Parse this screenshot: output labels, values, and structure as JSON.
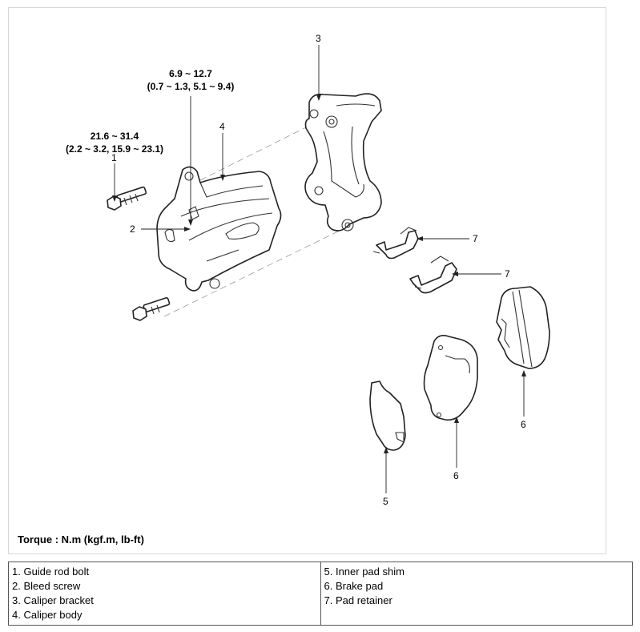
{
  "callouts": {
    "c1": "1",
    "c2": "2",
    "c3": "3",
    "c4": "4",
    "c5": "5",
    "c6a": "6",
    "c6b": "6",
    "c7a": "7",
    "c7b": "7"
  },
  "torque_specs": {
    "bleed_screw_line1": "6.9 ~ 12.7",
    "bleed_screw_line2": "(0.7 ~ 1.3, 5.1 ~ 9.4)",
    "guide_rod_bolt_line1": "21.6 ~ 31.4",
    "guide_rod_bolt_line2": "(2.2 ~ 3.2, 15.9 ~ 23.1)"
  },
  "torque_caption": "Torque : N.m (kgf.m, lb-ft)",
  "legend": {
    "left": [
      "1. Guide rod bolt",
      "2. Bleed screw",
      "3. Caliper bracket",
      "4. Caliper body"
    ],
    "right": [
      "5. Inner pad shim",
      "6. Brake pad",
      "7. Pad retainer"
    ]
  }
}
